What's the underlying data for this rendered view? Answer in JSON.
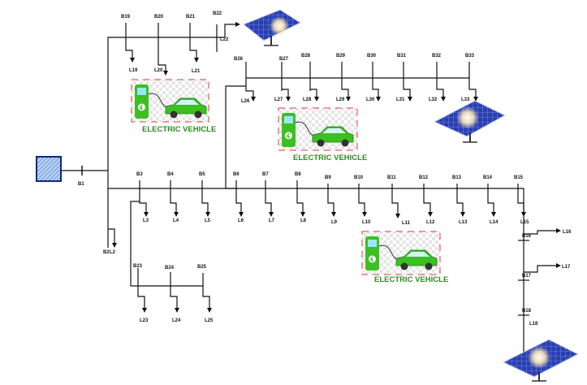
{
  "source_label": "B1",
  "buses": {
    "b2": "B2",
    "b3": "B3",
    "b4": "B4",
    "b5": "B5",
    "b6": "B6",
    "b7": "B7",
    "b8": "B8",
    "b9": "B9",
    "b10": "B10",
    "b11": "B11",
    "b12": "B12",
    "b13": "B13",
    "b14": "B14",
    "b15": "B15",
    "b16": "B16",
    "b17": "B17",
    "b18": "B18",
    "b19": "B19",
    "b20": "B20",
    "b21": "B21",
    "b22": "B22",
    "b23": "B23",
    "b24": "B24",
    "b25": "B25",
    "b26": "B26",
    "b27": "B27",
    "b28": "B28",
    "b29": "B29",
    "b30": "B30",
    "b31": "B31",
    "b32": "B32",
    "b33": "B33"
  },
  "loads": {
    "l2": "L2",
    "l3": "L3",
    "l4": "L4",
    "l5": "L5",
    "l6": "L6",
    "l7": "L7",
    "l8": "L8",
    "l9": "L9",
    "l10": "L10",
    "l11": "L11",
    "l12": "L12",
    "l13": "L13",
    "l14": "L14",
    "l15": "L15",
    "l16": "L16",
    "l17": "L17",
    "l18": "L18",
    "l19": "L19",
    "l20": "L20",
    "l21": "L21",
    "l22": "L22",
    "l23": "L23",
    "l24": "L24",
    "l25": "L25",
    "l26": "L26",
    "l27": "L27",
    "l28": "L28",
    "l29": "L29",
    "l30": "L30",
    "l31": "L31",
    "l32": "L32",
    "l33": "L33"
  },
  "ev_caption": "ELECTRIC VEHICLE",
  "colors": {
    "line": "#111111",
    "car": "#3cc021",
    "ev_text": "#2e8b1f",
    "panel": "#2a3fb0",
    "ev_border": "#e43a3a",
    "source_fill": "#8fb3e6"
  },
  "icons": [
    "grid-source-icon",
    "solar-panel-icon",
    "ev-charger-icon",
    "electric-car-icon",
    "load-arrow-icon"
  ]
}
